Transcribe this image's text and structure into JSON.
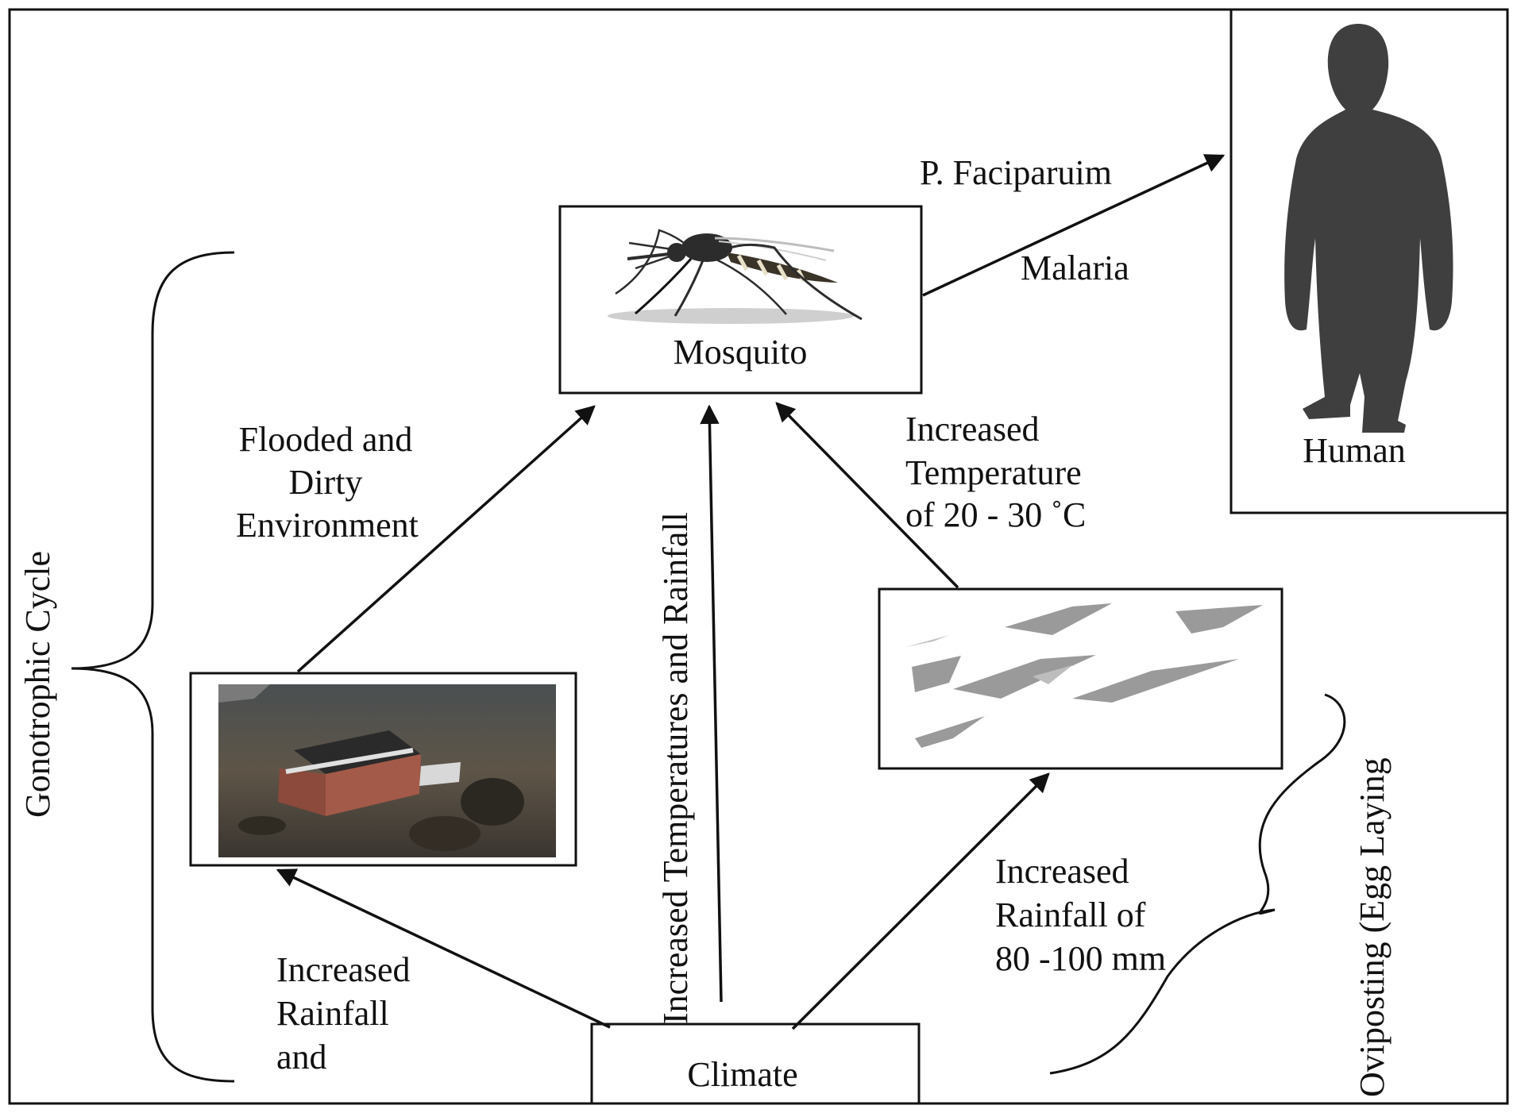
{
  "nodes": {
    "mosquito": "Mosquito",
    "human": "Human",
    "climate": "Climate"
  },
  "edges": {
    "p_falciparum": "P. Faciparuim",
    "malaria": "Malaria",
    "flooded": [
      "Flooded and",
      "Dirty",
      "Environment"
    ],
    "temps_rainfall": "Increased Temperatures and Rainfall",
    "temperature": [
      "Increased",
      "Temperature",
      "of 20 - 30 ˚C"
    ],
    "rainfall_eggs": [
      "Increased",
      "Rainfall of",
      "80 -100 mm"
    ],
    "rainfall_flood": [
      "Increased",
      "Rainfall",
      "and"
    ]
  },
  "braces": {
    "left": "Gonotrophic Cycle",
    "right": "Oviposting (Egg Laying"
  },
  "icons": [
    "mosquito-illustration",
    "human-silhouette-icon",
    "flooded-building-photo",
    "mosquito-eggs-image"
  ]
}
